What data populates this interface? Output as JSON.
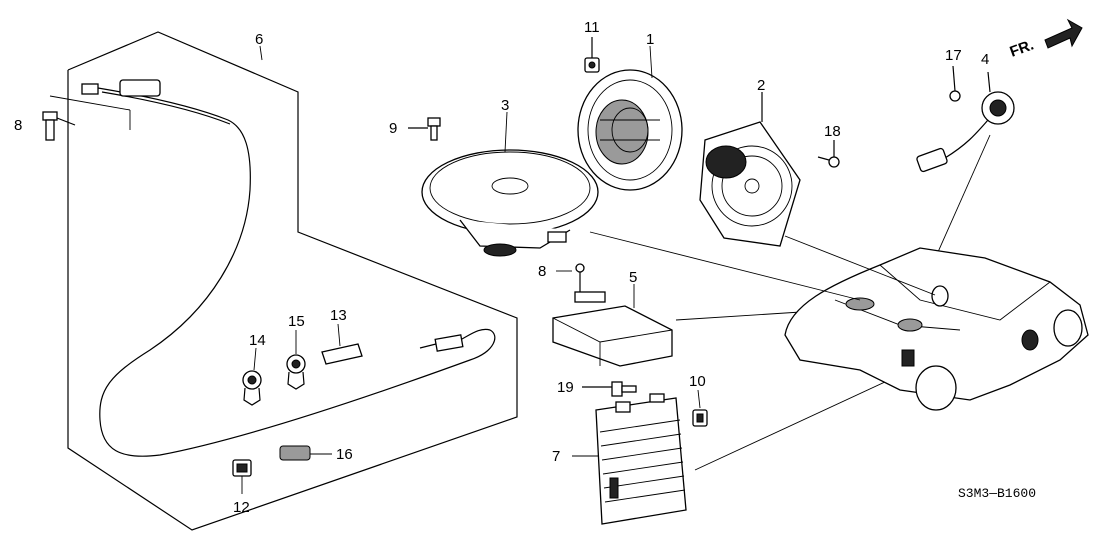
{
  "diagram": {
    "callouts": [
      "1",
      "2",
      "3",
      "4",
      "5",
      "6",
      "7",
      "8",
      "8",
      "9",
      "10",
      "11",
      "12",
      "13",
      "14",
      "15",
      "16",
      "17",
      "18",
      "19"
    ],
    "fr_label": "FR.",
    "code": "S3M3—B1600"
  }
}
